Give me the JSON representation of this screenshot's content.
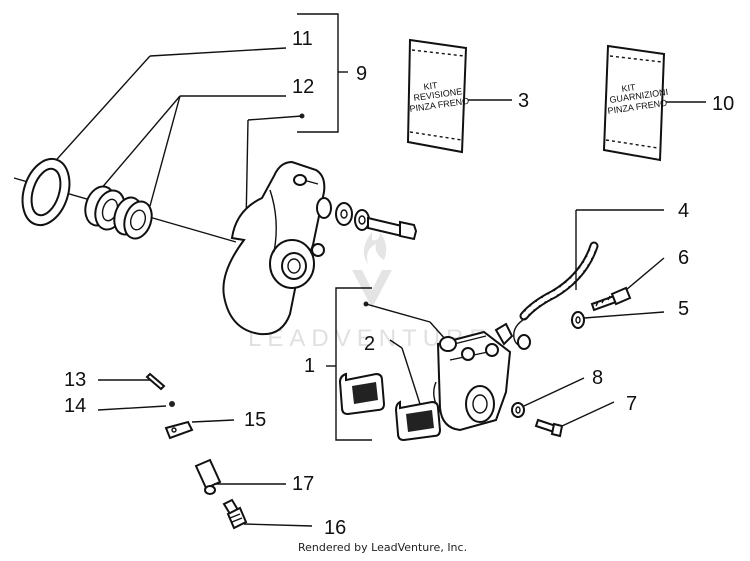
{
  "callouts": {
    "n1": "1",
    "n2": "2",
    "n3": "3",
    "n4": "4",
    "n5": "5",
    "n6": "6",
    "n7": "7",
    "n8": "8",
    "n9": "9",
    "n10": "10",
    "n11": "11",
    "n12": "12",
    "n13": "13",
    "n14": "14",
    "n15": "15",
    "n16": "16",
    "n17": "17"
  },
  "kit_left": {
    "line1": "KIT",
    "line2": "REVISIONE",
    "line3": "PINZA FRENO"
  },
  "kit_right": {
    "line1": "KIT",
    "line2": "GUARNIZIONI",
    "line3": "PINZA FRENO"
  },
  "watermark": {
    "text": "LEADVENTURE"
  },
  "footer": {
    "credit": "Rendered by LeadVenture, Inc."
  }
}
